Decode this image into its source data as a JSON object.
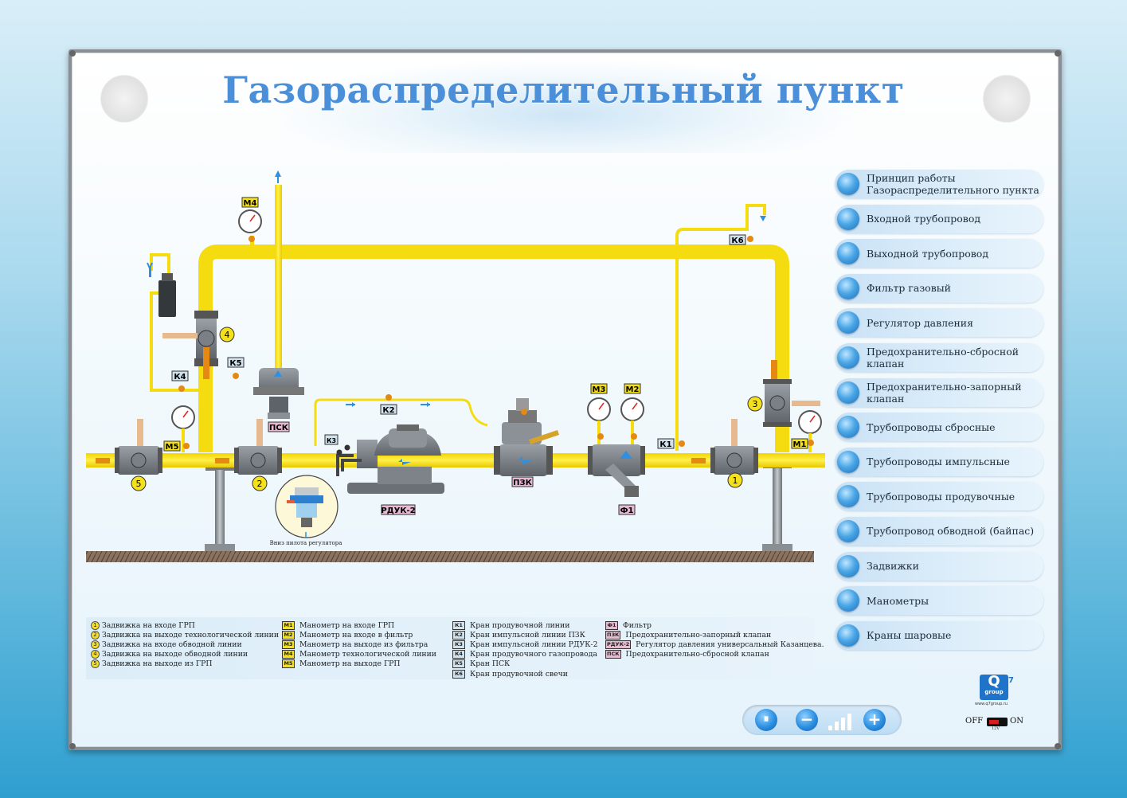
{
  "title": "Газораспределительный пункт",
  "diagram": {
    "labels": {
      "m4": "М4",
      "m5": "М5",
      "m3": "М3",
      "m2": "М2",
      "m1": "М1",
      "k1": "К1",
      "k2": "К2",
      "k3": "К3",
      "k4": "К4",
      "k5": "К5",
      "k6": "К6",
      "psk": "ПСК",
      "pzk": "ПЗК",
      "rduk": "РДУК-2",
      "f1": "Ф1",
      "n1": "1",
      "n2": "2",
      "n3": "3",
      "n4": "4",
      "n5": "5",
      "pilot_caption": "Вниз пилота регулятора"
    }
  },
  "menu": {
    "items": [
      {
        "line1": "Принцип работы",
        "line2": "Газораспределительного пункта"
      },
      {
        "line1": "Входной трубопровод"
      },
      {
        "line1": "Выходной трубопровод"
      },
      {
        "line1": "Фильтр газовый"
      },
      {
        "line1": "Регулятор давления"
      },
      {
        "line1": "Предохранительно-сбросной клапан"
      },
      {
        "line1": "Предохранительно-запорный клапан"
      },
      {
        "line1": "Трубопроводы сбросные"
      },
      {
        "line1": "Трубопроводы импульсные"
      },
      {
        "line1": "Трубопроводы продувочные"
      },
      {
        "line1": "Трубопровод обводной (байпас)"
      },
      {
        "line1": "Задвижки"
      },
      {
        "line1": "Манометры"
      },
      {
        "line1": "Краны шаровые"
      }
    ]
  },
  "legend": {
    "col1": [
      {
        "tag": "1",
        "text": "Задвижка на входе ГРП"
      },
      {
        "tag": "2",
        "text": "Задвижка на выходе технологической линии"
      },
      {
        "tag": "3",
        "text": "Задвижка на входе обводной линии"
      },
      {
        "tag": "4",
        "text": "Задвижка на выходе обводной линии"
      },
      {
        "tag": "5",
        "text": "Задвижка на выходе из ГРП"
      }
    ],
    "col2": [
      {
        "tag": "М1",
        "text": "Манометр на входе ГРП"
      },
      {
        "tag": "М2",
        "text": "Манометр на входе в фильтр"
      },
      {
        "tag": "М3",
        "text": "Манометр на выходе из фильтра"
      },
      {
        "tag": "М4",
        "text": "Манометр технологической линии"
      },
      {
        "tag": "М5",
        "text": "Манометр на выходе ГРП"
      }
    ],
    "col3": [
      {
        "tag": "К1",
        "text": "Кран продувочной линии"
      },
      {
        "tag": "К2",
        "text": "Кран импульсной линии ПЗК"
      },
      {
        "tag": "К3",
        "text": "Кран импульсной линии РДУК-2"
      },
      {
        "tag": "К4",
        "text": "Кран продувочного газопровода"
      },
      {
        "tag": "К5",
        "text": "Кран ПСК"
      },
      {
        "tag": "К6",
        "text": "Кран продувочной свечи"
      }
    ],
    "col4": [
      {
        "tag": "Ф1",
        "text": "Фильтр"
      },
      {
        "tag": "ПЗК",
        "text": "Предохранительно-запорный клапан"
      },
      {
        "tag": "РДУК-2",
        "text": "Регулятор давления универсальный Казанцева."
      },
      {
        "tag": "ПСК",
        "text": "Предохранительно-сбросной клапан"
      }
    ]
  },
  "controls": {
    "pause": "⏸",
    "minus": "−",
    "plus": "+",
    "volume_level": 0.75
  },
  "logo": {
    "text": "Q",
    "sub": "group",
    "num": "7",
    "url": "www.q7group.ru"
  },
  "power": {
    "off": "OFF",
    "on": "ON",
    "voltage": "12V"
  }
}
